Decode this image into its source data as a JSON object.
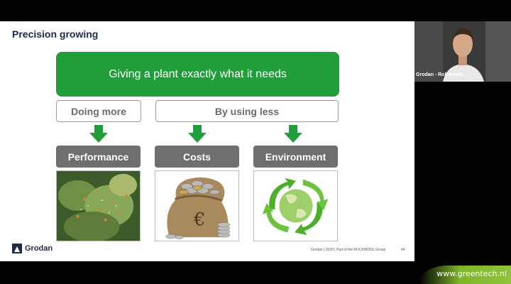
{
  "slide": {
    "title": "Precision growing",
    "goal": "Giving a plant exactly what it needs",
    "group_left": "Doing more",
    "group_right": "By using less",
    "categories": [
      "Performance",
      "Costs",
      "Environment"
    ],
    "photos": [
      "cannabis-plant-photo",
      "money-bag-photo",
      "recycling-globe-photo"
    ],
    "footer": "Grodan | 2020 | Part of the ROCKWOOL Group",
    "page_number": "44",
    "brand": "Grodan"
  },
  "webcam": {
    "name": "Grodan - Rob Kwint..."
  },
  "watermark": "www.greentech.nl",
  "colors": {
    "accent_green": "#1f9e3a",
    "category_gray": "#6e6e6e",
    "title_navy": "#1e2a4a"
  }
}
